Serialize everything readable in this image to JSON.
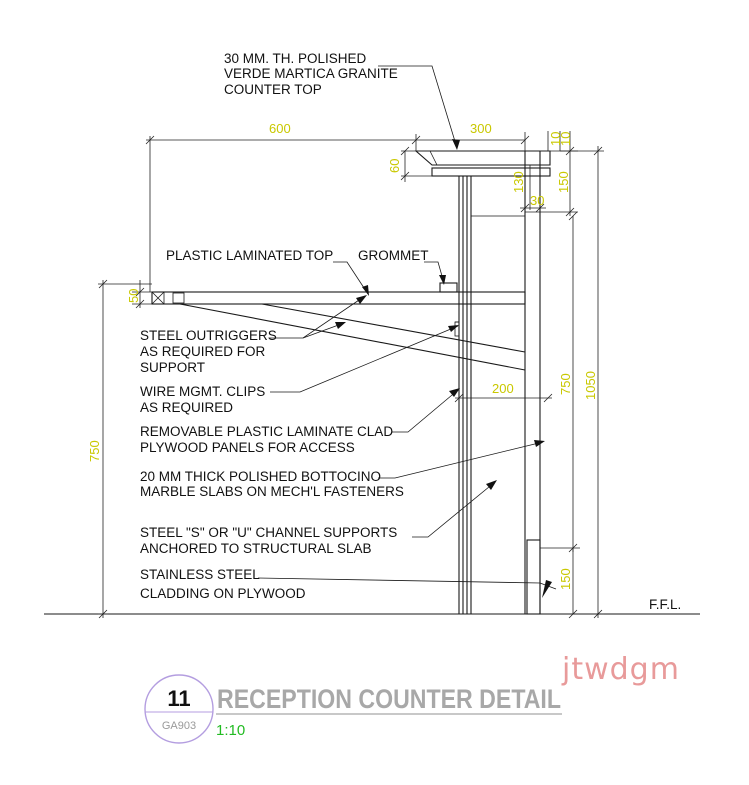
{
  "notes": {
    "granite_top": [
      "30 MM. TH. POLISHED",
      "VERDE MARTICA GRANITE",
      "COUNTER TOP"
    ],
    "plastic_top": "PLASTIC LAMINATED TOP",
    "grommet": "GROMMET",
    "outriggers": [
      "STEEL OUTRIGGERS",
      "AS REQUIRED FOR",
      "SUPPORT"
    ],
    "wire_clips": [
      "WIRE MGMT. CLIPS",
      "AS REQUIRED"
    ],
    "removable_panels": [
      "REMOVABLE PLASTIC LAMINATE CLAD",
      "PLYWOOD PANELS FOR ACCESS"
    ],
    "marble_slabs": [
      "20 MM THICK POLISHED BOTTOCINO",
      "MARBLE SLABS ON MECH'L FASTENERS"
    ],
    "channel_supports": [
      "STEEL \"S\" OR \"U\" CHANNEL SUPPORTS",
      "ANCHORED TO STRUCTURAL SLAB"
    ],
    "stainless": [
      "STAINLESS STEEL",
      "CLADDING ON PLYWOOD"
    ],
    "ffl": "F.F.L."
  },
  "dimensions": {
    "d600": "600",
    "d300": "300",
    "d60": "60",
    "d50": "50",
    "d10": "10",
    "d150_top": "150",
    "d130": "130",
    "d30": "30",
    "d200": "200",
    "d750_left": "750",
    "d750_right": "750",
    "d1050": "1050",
    "d150_bottom": "150"
  },
  "title_block": {
    "number": "11",
    "sheet": "GA903",
    "title": "RECEPTION COUNTER DETAIL",
    "scale": "1:10",
    "watermark": "jtwdgm"
  },
  "colors": {
    "linework": "#1a1a1a",
    "dimension_text": "#c9c800",
    "title_gray": "#a8a8a8",
    "circle": "#b49ee0",
    "scale_green": "#22bb22",
    "watermark_pink": "#e89a9a"
  }
}
